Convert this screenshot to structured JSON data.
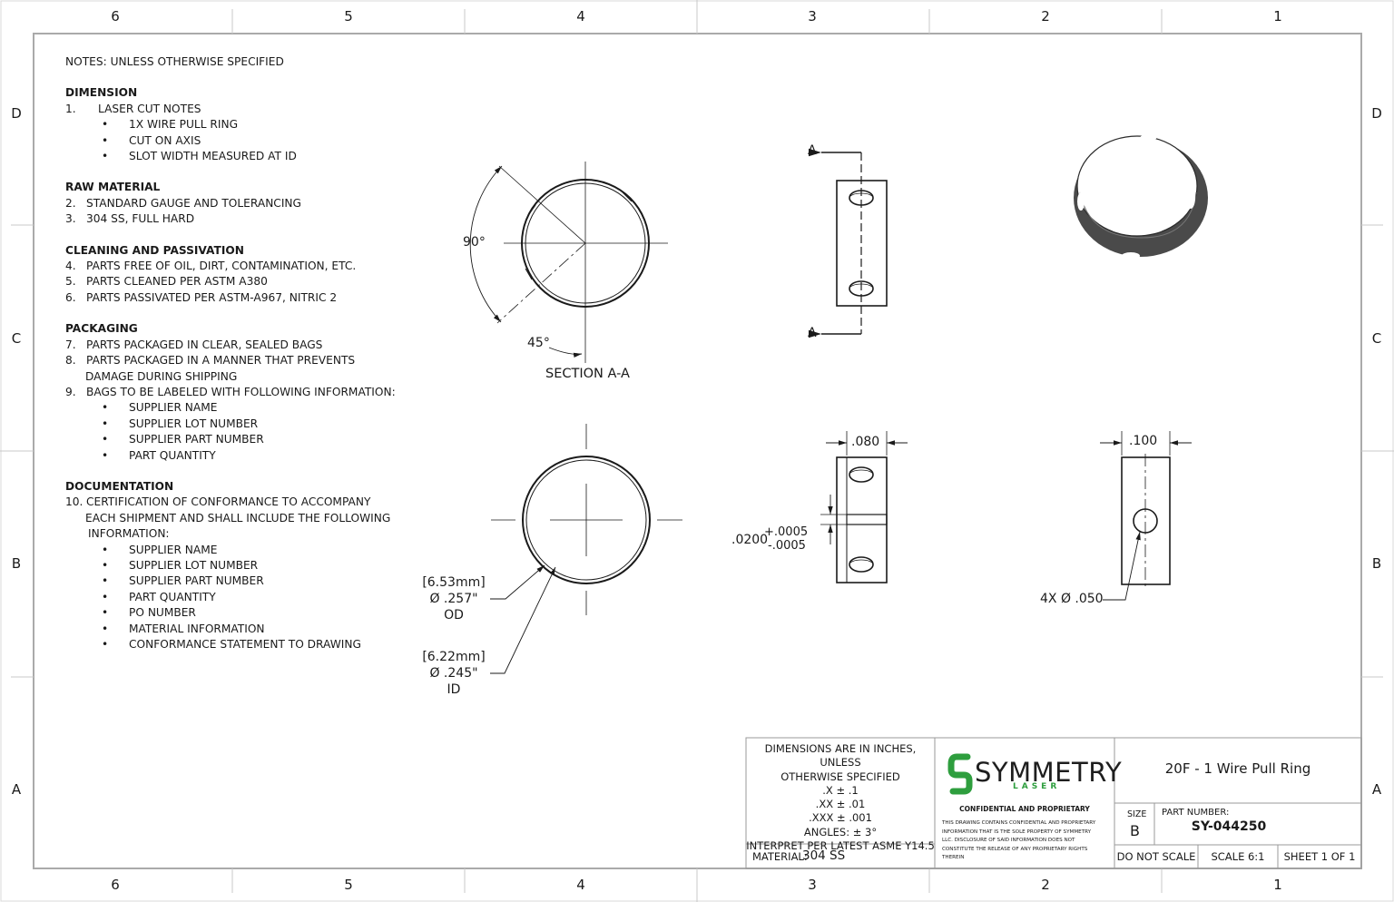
{
  "zones": {
    "columns": [
      "6",
      "5",
      "4",
      "3",
      "2",
      "1"
    ],
    "rows": [
      "D",
      "C",
      "B",
      "A"
    ]
  },
  "notes": {
    "header": "NOTES: UNLESS OTHERWISE SPECIFIED",
    "sections": [
      {
        "title": "DIMENSION",
        "items": [
          {
            "num": "1.",
            "text": "LASER CUT NOTES",
            "bullets": [
              "1X WIRE PULL RING",
              "CUT ON AXIS",
              "SLOT WIDTH MEASURED AT ID"
            ]
          }
        ]
      },
      {
        "title": "RAW MATERIAL",
        "items": [
          {
            "num": "2.",
            "text": "STANDARD GAUGE AND TOLERANCING"
          },
          {
            "num": "3.",
            "text": "304 SS, FULL HARD"
          }
        ]
      },
      {
        "title": "CLEANING AND PASSIVATION",
        "items": [
          {
            "num": "4.",
            "text": "PARTS FREE OF OIL, DIRT, CONTAMINATION, ETC."
          },
          {
            "num": "5.",
            "text": "PARTS CLEANED PER ASTM A380"
          },
          {
            "num": "6.",
            "text": "PARTS PASSIVATED PER ASTM-A967,  NITRIC 2"
          }
        ]
      },
      {
        "title": "PACKAGING",
        "items": [
          {
            "num": "7.",
            "text": "PARTS PACKAGED IN CLEAR, SEALED BAGS"
          },
          {
            "num": "8.",
            "text": "PARTS PACKAGED IN A MANNER THAT PREVENTS",
            "cont": "DAMAGE DURING SHIPPING"
          },
          {
            "num": "9.",
            "text": "BAGS TO BE LABELED WITH FOLLOWING INFORMATION:",
            "bullets": [
              "SUPPLIER NAME",
              "SUPPLIER LOT NUMBER",
              "SUPPLIER PART NUMBER",
              "PART QUANTITY"
            ]
          }
        ]
      },
      {
        "title": "DOCUMENTATION",
        "items": [
          {
            "num": "10.",
            "text": "CERTIFICATION OF CONFORMANCE TO ACCOMPANY",
            "cont": "EACH SHIPMENT AND SHALL INCLUDE THE FOLLOWING",
            "cont2": "INFORMATION:",
            "bullets": [
              "SUPPLIER NAME",
              "SUPPLIER LOT NUMBER",
              "SUPPLIER PART NUMBER",
              "PART QUANTITY",
              "PO NUMBER",
              "MATERIAL INFORMATION",
              "CONFORMANCE STATEMENT TO DRAWING"
            ]
          }
        ]
      }
    ]
  },
  "views": {
    "section_label": "SECTION A-A",
    "angle_90": "90°",
    "angle_45": "45°",
    "cut_label_a": "A",
    "dim_080": ".080",
    "dim_100": ".100",
    "gap_base": ".0200",
    "gap_plus": "+.0005",
    "gap_minus": "-.0005",
    "hole_callout": "4X Ø .050",
    "od_mm": "[6.53mm]",
    "od_in": "Ø .257\"",
    "od_label": "OD",
    "id_mm": "[6.22mm]",
    "id_in": "Ø .245\"",
    "id_label": "ID"
  },
  "title_block": {
    "tolerance_lines": [
      "DIMENSIONS ARE IN INCHES, UNLESS",
      "OTHERWISE SPECIFIED",
      ".X ± .1",
      ".XX ± .01",
      ".XXX ± .001",
      "ANGLES: ± 3°",
      "INTERPRET PER LATEST ASME Y14.5"
    ],
    "material_label": "MATERIAL:",
    "material_value": "304 SS",
    "logo_word": "SYMMETRY",
    "logo_sub": "LASER",
    "logo_color": "#2e9e3e",
    "confidential_title": "CONFIDENTIAL AND PROPRIETARY",
    "confidential_text": [
      "THIS DRAWING CONTAINS CONFIDENTIAL AND PROPRIETARY",
      "INFORMATION THAT IS THE SOLE PROPERTY OF SYMMETRY",
      "LLC. DISCLOSURE OF SAID INFORMATION DOES NOT",
      "CONSTITUTE THE RELEASE OF ANY PROPRIETARY RIGHTS",
      "THEREIN"
    ],
    "part_title": "20F - 1 Wire Pull Ring",
    "size_label": "SIZE",
    "size_value": "B",
    "part_number_label": "PART NUMBER:",
    "part_number": "SY-044250",
    "do_not_scale": "DO NOT SCALE",
    "scale": "SCALE 6:1",
    "sheet": "SHEET 1 OF 1"
  }
}
